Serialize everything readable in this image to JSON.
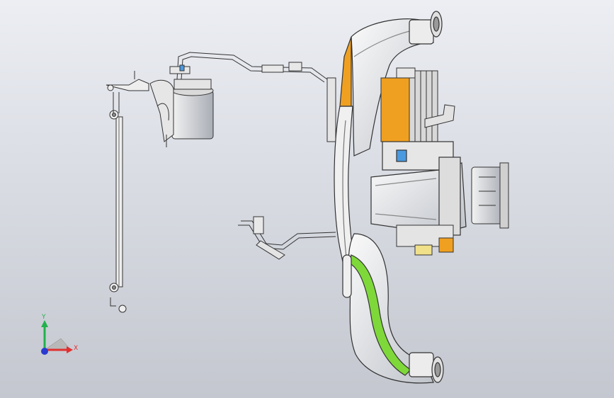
{
  "viewport": {
    "background_top": "#eceef3",
    "background_bottom": "#c4c7cf"
  },
  "triad": {
    "y_label": "Y",
    "x_label": "X",
    "y_color": "#22b14c",
    "x_color": "#e03030",
    "z_color": "#2a3bd0"
  },
  "model": {
    "icon": "hvac-assembly-3d-model",
    "accent_orange": "#f0a020",
    "accent_green": "#7ed83a"
  }
}
